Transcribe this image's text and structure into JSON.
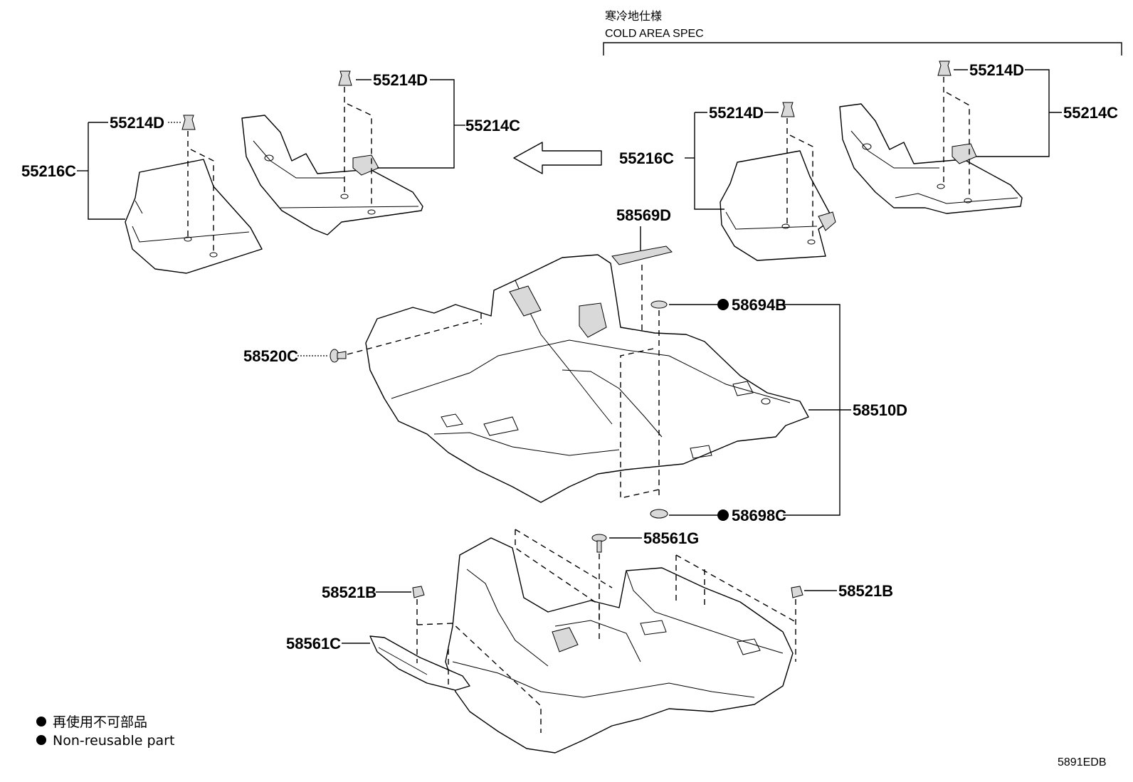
{
  "spec_header": {
    "japanese": "寒冷地仕様",
    "english": "COLD AREA SPEC"
  },
  "labels": {
    "l_55214D_a": "55214D",
    "l_55214D_b": "55214D",
    "l_55214C_a": "55214C",
    "l_55216C_a": "55216C",
    "l_55214D_c": "55214D",
    "l_55214D_d": "55214D",
    "l_55214C_b": "55214C",
    "l_55216C_b": "55216C",
    "l_58569D": "58569D",
    "l_58694B": "58694B",
    "l_58520C": "58520C",
    "l_58510D": "58510D",
    "l_58698C": "58698C",
    "l_58561G": "58561G",
    "l_58521B_a": "58521B",
    "l_58521B_b": "58521B",
    "l_58561C": "58561C"
  },
  "legend": {
    "japanese": "再使用不可部品",
    "english": "Non-reusable part"
  },
  "diagram_code": "5891EDB"
}
